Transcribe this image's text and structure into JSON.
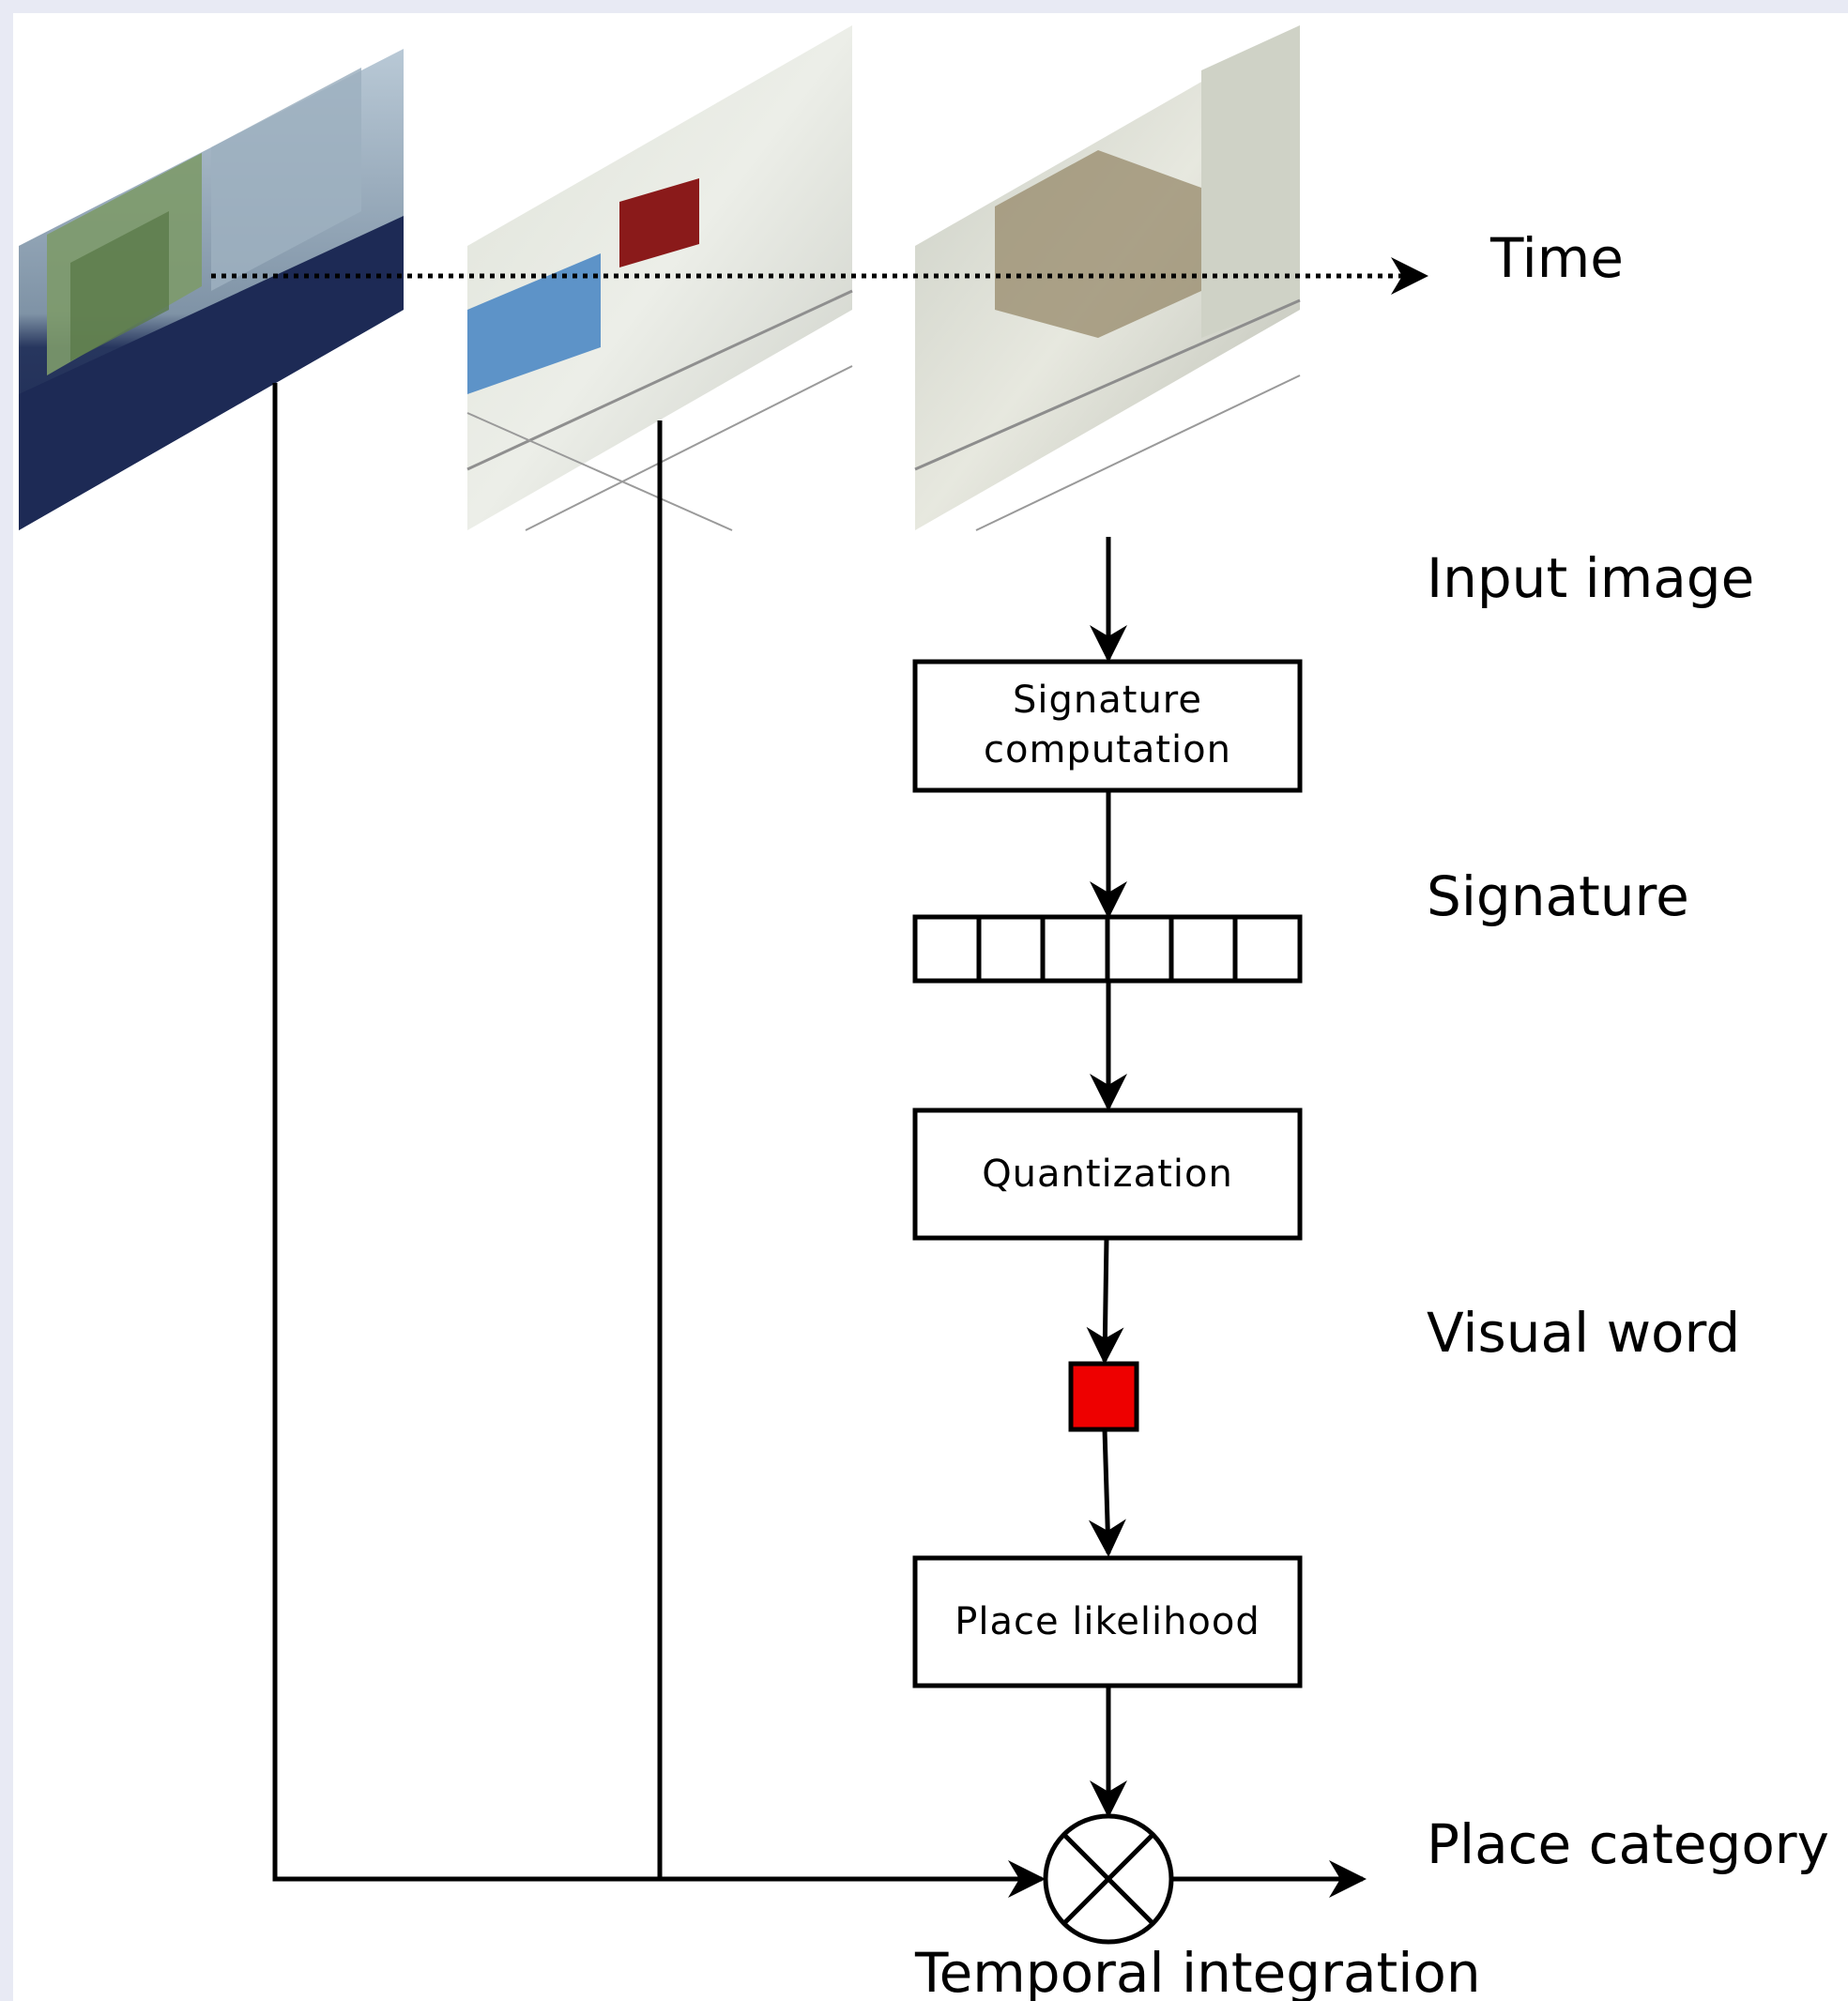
{
  "labels": {
    "time": "Time",
    "input_image": "Input image",
    "signature": "Signature",
    "visual_word": "Visual word",
    "place_category": "Place category",
    "temporal_integration": "Temporal integration"
  },
  "boxes": {
    "signature_computation": [
      "Signature",
      "computation"
    ],
    "quantization": "Quantization",
    "place_likelihood": "Place likelihood"
  },
  "signature_cells": 6,
  "colors": {
    "background": "#e8eaf4",
    "panel": "#ffffff",
    "visual_word": "#ee0000",
    "stroke": "#000000"
  }
}
